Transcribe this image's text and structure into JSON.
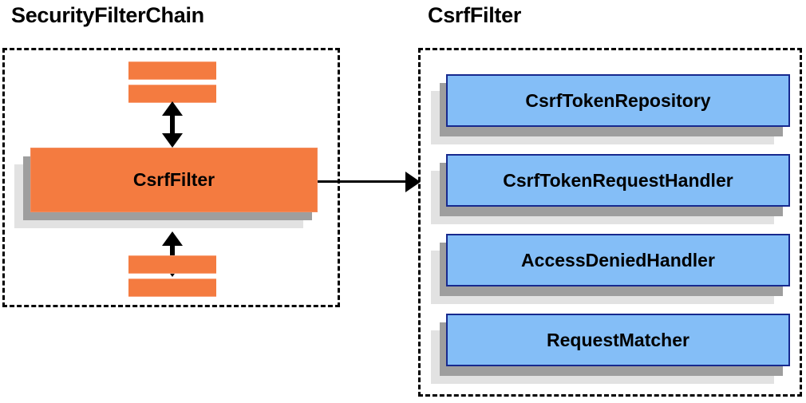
{
  "diagram": {
    "title_left": "SecurityFilterChain",
    "title_right": "CsrfFilter",
    "colors": {
      "orange_fill": "#F47B40",
      "orange_border": "#F28C5E",
      "blue_fill": "#84BEF7",
      "blue_border": "#17298E",
      "shadow_inner": "#9E9E9E",
      "shadow_outer": "#E2E2E2",
      "stroke": "#000000"
    }
  },
  "left_panel": {
    "name": "SecurityFilterChain",
    "main_box": {
      "label": "CsrfFilter"
    },
    "filter_stubs_top": [
      {
        "label": ""
      },
      {
        "label": ""
      }
    ],
    "filter_stubs_bottom": [
      {
        "label": ""
      },
      {
        "label": ""
      }
    ],
    "arrows": [
      {
        "name": "arrow-top",
        "direction": "bidirectional-vertical"
      },
      {
        "name": "arrow-bottom",
        "direction": "bidirectional-vertical"
      }
    ]
  },
  "connector": {
    "name": "csrffilter-detail-arrow",
    "direction": "right",
    "label": ""
  },
  "right_panel": {
    "name": "CsrfFilter",
    "components": [
      {
        "label": "CsrfTokenRepository"
      },
      {
        "label": "CsrfTokenRequestHandler"
      },
      {
        "label": "AccessDeniedHandler"
      },
      {
        "label": "RequestMatcher"
      }
    ]
  }
}
